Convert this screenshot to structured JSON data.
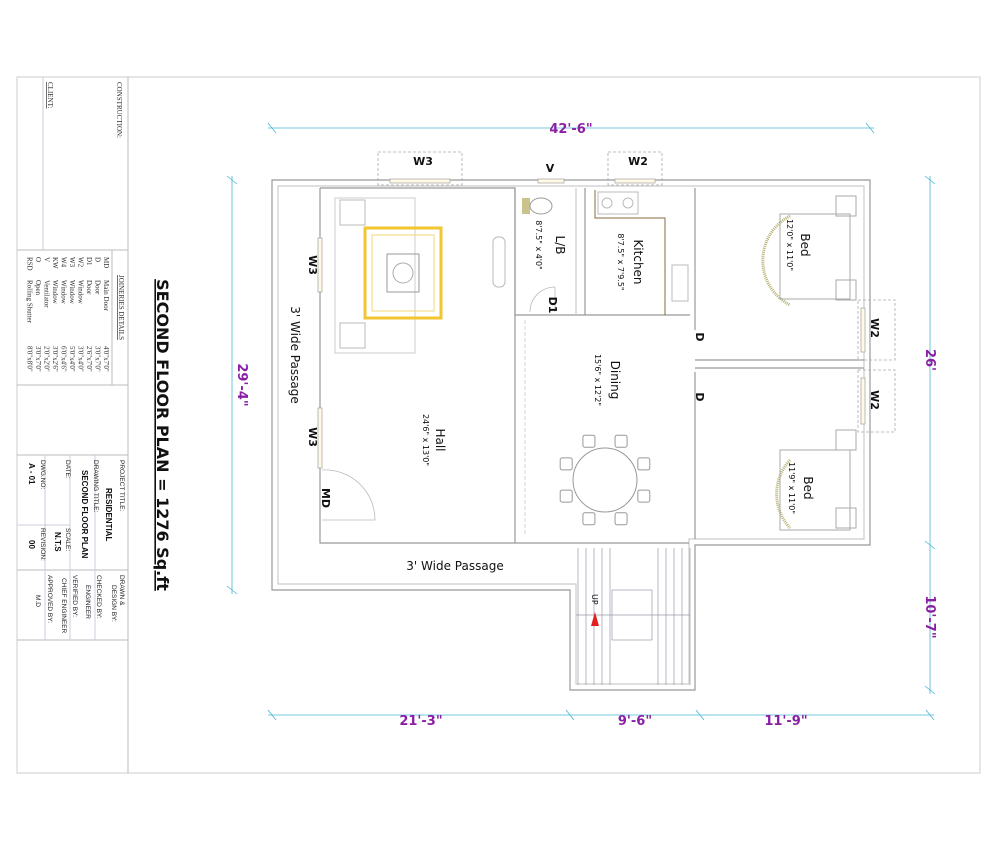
{
  "title_block": {
    "construction_label": "CONSTRUCTION:",
    "client_label": "CLIENT:",
    "joineries": {
      "heading": "JOINERIES DETAILS",
      "rows": [
        {
          "code": "MD",
          "type": "Main Door",
          "size": "4'0\"x7'0\""
        },
        {
          "code": "D",
          "type": "Door",
          "size": "3'0\"x7'0\""
        },
        {
          "code": "D1",
          "type": "Door",
          "size": "2'6\"x7'0\""
        },
        {
          "code": "W2",
          "type": "Window",
          "size": "3'0\"x4'0\""
        },
        {
          "code": "W3",
          "type": "Window",
          "size": "5'0\"x4'0\""
        },
        {
          "code": "W4",
          "type": "Window",
          "size": "6'0\"x4'6\""
        },
        {
          "code": "KW",
          "type": "Window",
          "size": "3'0\"x2'6\""
        },
        {
          "code": "V",
          "type": "Ventilator",
          "size": "2'0\"x2'0\""
        },
        {
          "code": "O",
          "type": "Open",
          "size": "3'0\"x7'0\""
        },
        {
          "code": "RSD",
          "type": "Rolling Shutter",
          "size": "8'0\"x8'0\""
        }
      ]
    },
    "project_title_label": "PROJECT TITLE:",
    "project_title": "RESIDENTIAL",
    "drawing_title_label": "DRAWING TITLE:",
    "drawing_title": "SECOND FLOOR PLAN",
    "date_label": "DATE:",
    "scale_label": "SCALE:",
    "scale": "N.T.S",
    "dwg_no_label": "DWG.NO:",
    "dwg_no": "A - 01",
    "revision_label": "REVISION:",
    "revision": "00",
    "drawn_label": "DRAWN &",
    "design_label": "DESIGN BY:",
    "checked_label": "CHECKED BY:",
    "checked_by": "ENGINEER",
    "verified_label": "VERIFIED BY:",
    "verified_by": "CHIEF ENGINEER",
    "approved_label": "APPROVED BY:",
    "approved_by": "M.D"
  },
  "plan": {
    "title": "SECOND FLOOR PLAN = 1276 Sq.ft",
    "dimensions": {
      "top": "42'-6\"",
      "left": "29'-4\"",
      "right_upper": "26'",
      "right_lower": "10'-7\"",
      "bottom_left": "21'-3\"",
      "bottom_mid": "9'-6\"",
      "bottom_right": "11'-9\""
    },
    "rooms": {
      "hall": {
        "name": "Hall",
        "size": "24'6\" x 13'0\""
      },
      "lb": {
        "name": "L/B",
        "size": "8'7.5\" x 4'0\""
      },
      "kitchen": {
        "name": "Kitchen",
        "size": "8'7.5\" x 7'9.5\""
      },
      "dining": {
        "name": "Dining",
        "size": "15'6\" x 12'2\""
      },
      "bed1": {
        "name": "Bed",
        "size": "12'0\" x 11'0\""
      },
      "bed2": {
        "name": "Bed",
        "size": "11'9\" x 11'0\""
      }
    },
    "openings": {
      "w3_top": "W3",
      "v": "V",
      "w2_top": "W2",
      "w3_left1": "W3",
      "w3_left2": "W3",
      "md": "MD",
      "d1": "D1",
      "d_upper": "D",
      "d_lower": "D",
      "w2_right1": "W2",
      "w2_right2": "W2"
    },
    "passage_left": "3' Wide Passage",
    "passage_bottom": "3' Wide Passage",
    "stair_up": "UP",
    "colors": {
      "dimension": "#8a1fa3",
      "rug": "#f2c531",
      "arrow": "#e02020"
    }
  }
}
